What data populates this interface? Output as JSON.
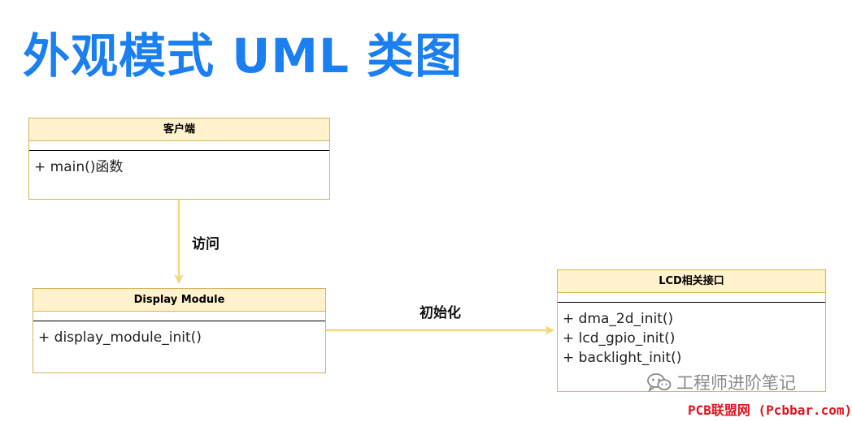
{
  "title": "外观模式 UML 类图",
  "classes": {
    "client": {
      "name": "客户端",
      "methods": [
        "+ main()函数"
      ]
    },
    "display_module": {
      "name": "Display Module",
      "methods": [
        "+ display_module_init()"
      ]
    },
    "lcd_interface": {
      "name": "LCD相关接口",
      "methods": [
        "+ dma_2d_init()",
        "+ lcd_gpio_init()",
        "+ backlight_init()"
      ]
    }
  },
  "edges": {
    "client_to_display": "访问",
    "display_to_lcd": "初始化"
  },
  "watermarks": {
    "wechat": "工程师进阶笔记",
    "site": "PCB联盟网 (Pcbbar.com)"
  },
  "colors": {
    "title": "#1a7ff0",
    "class_header_fill": "#fff2cc",
    "class_border": "#d6b656",
    "edge": "#f5d77e",
    "site_watermark": "#e0141e",
    "wechat_watermark": "#8a8a8a"
  }
}
